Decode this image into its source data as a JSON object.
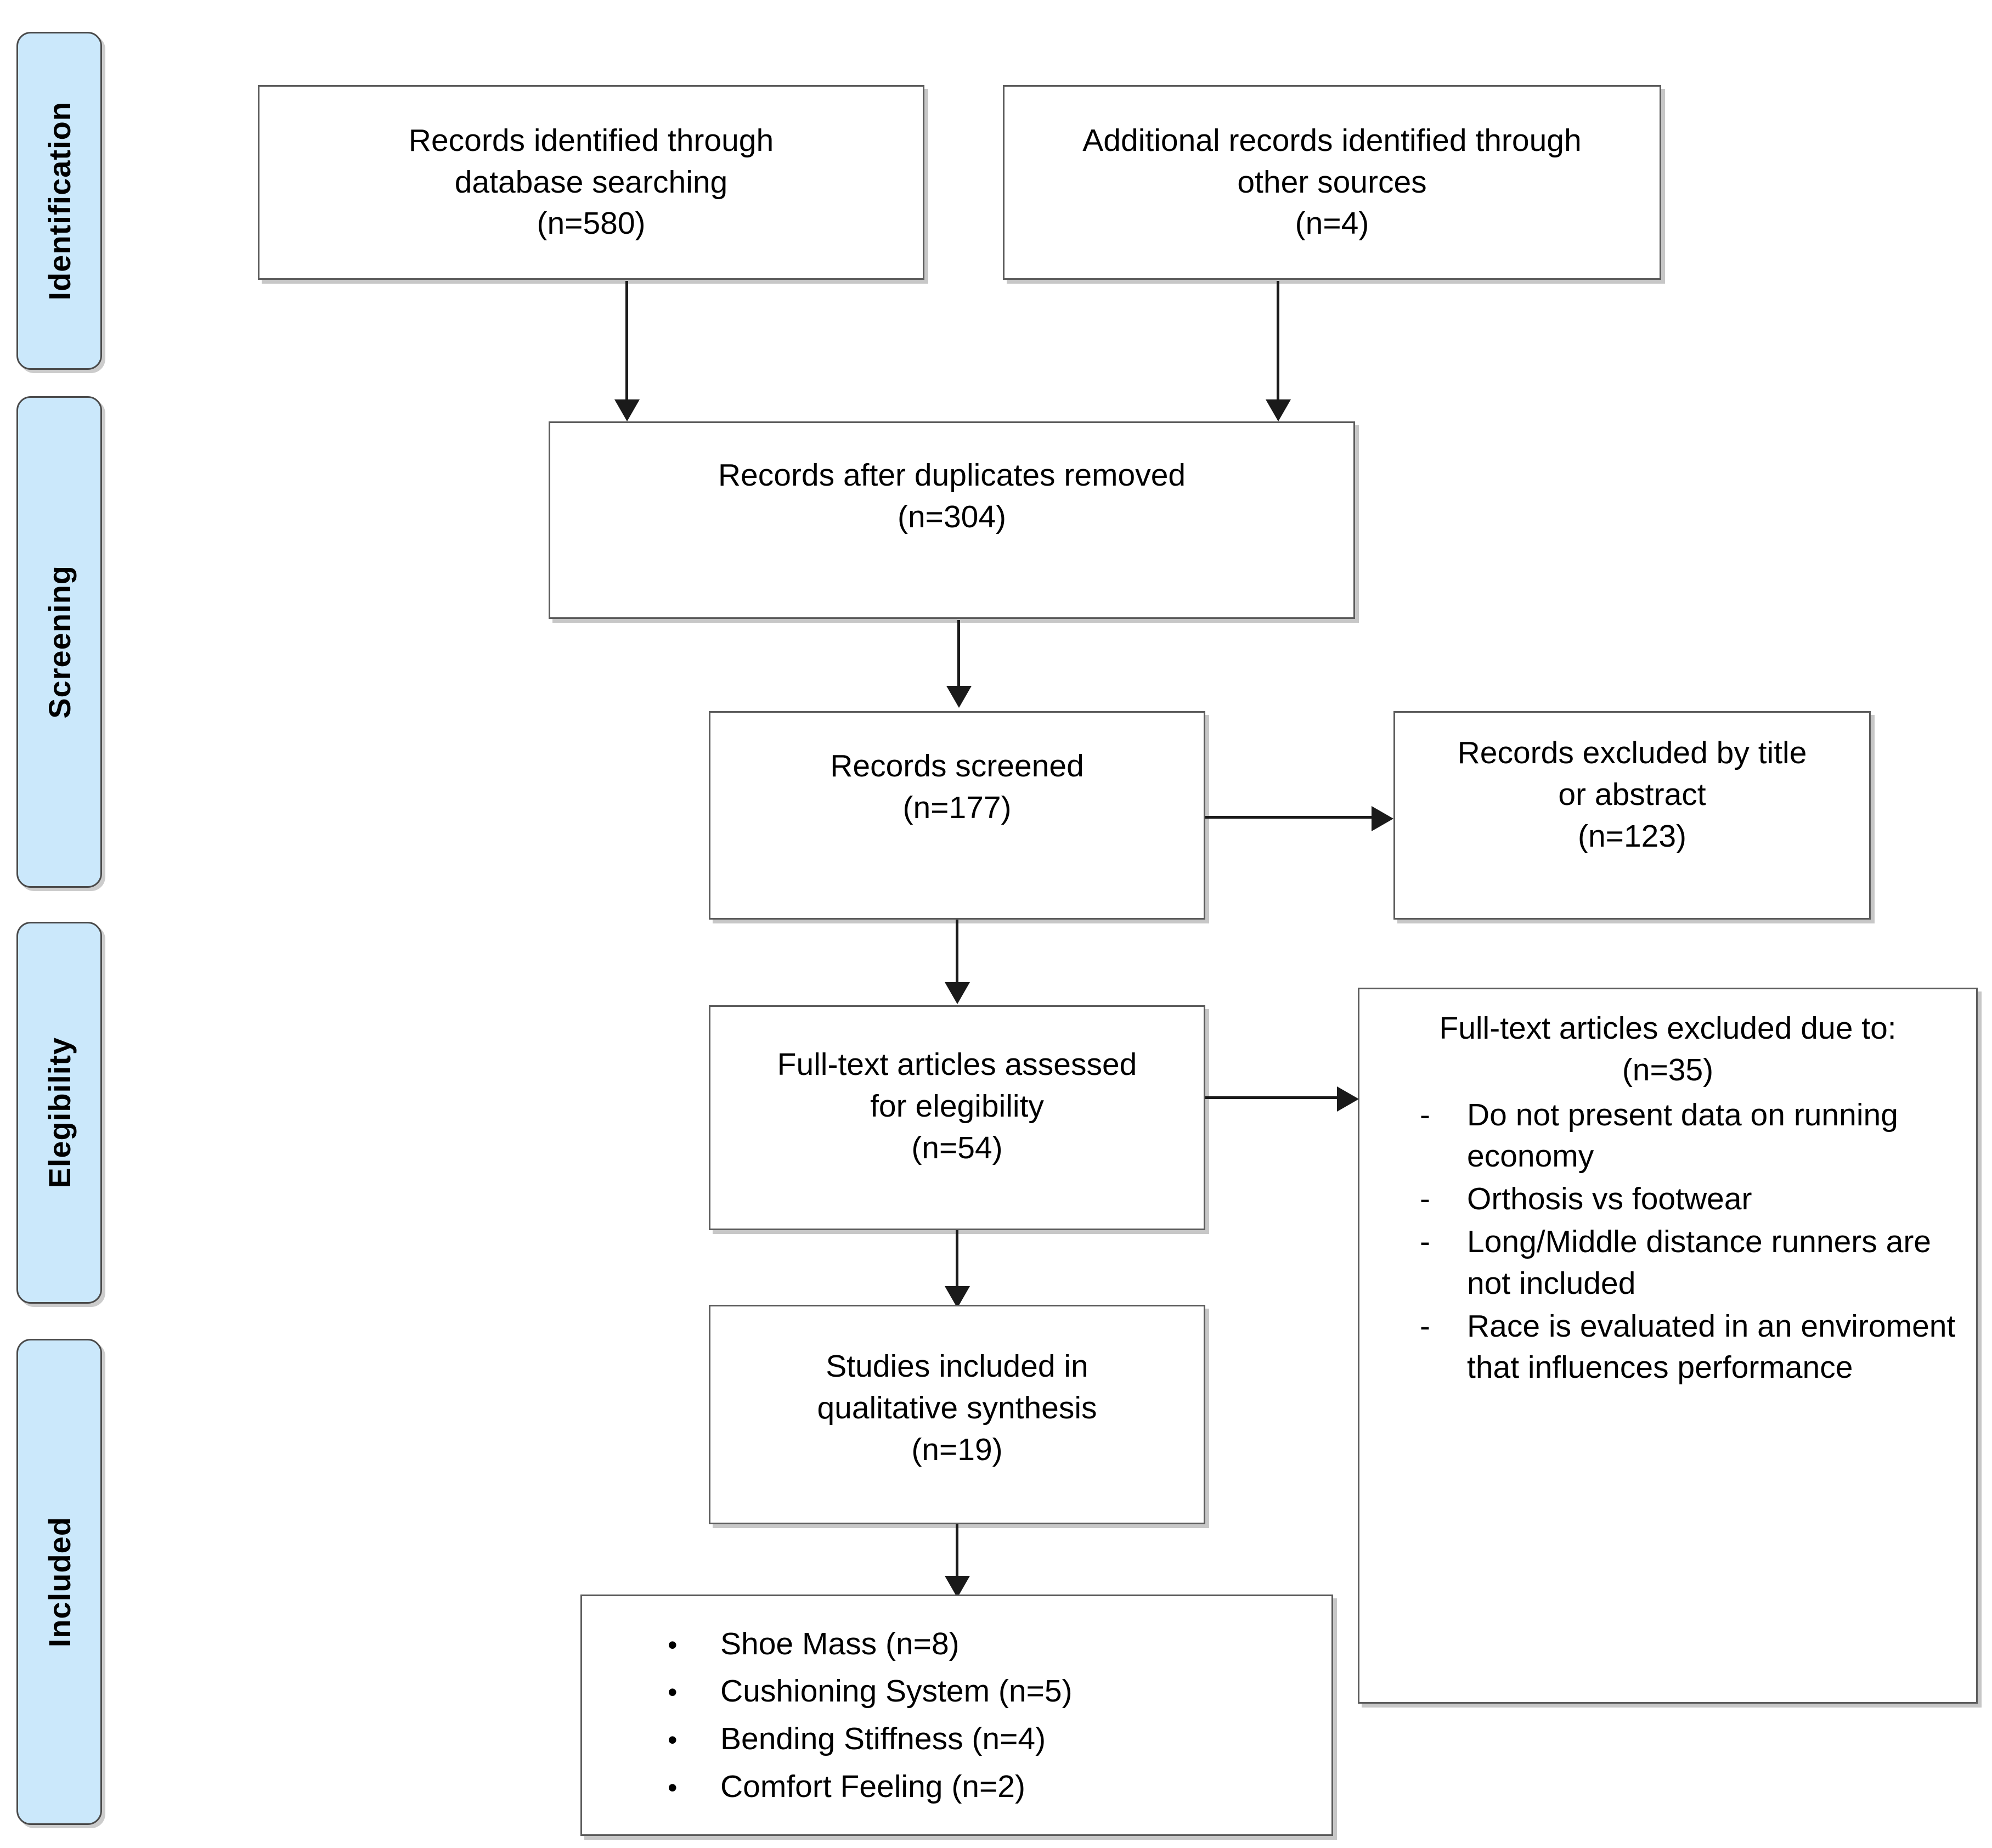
{
  "diagram": {
    "title": "PRISMA flow diagram",
    "accent_color": "#cbe8fb",
    "line_color": "#1a1a1a",
    "box_border_color": "#5c5c5c"
  },
  "stages": [
    {
      "label": "Identification"
    },
    {
      "label": "Screening"
    },
    {
      "label": "Elegibility"
    },
    {
      "label": "Included"
    }
  ],
  "boxes": {
    "db_search": {
      "line1": "Records identified through",
      "line2": "database searching",
      "line3": "(n=580)"
    },
    "other_sources": {
      "line1": "Additional records identified through",
      "line2": "other sources",
      "line3": "(n=4)"
    },
    "duplicates_removed": {
      "line1": "Records after duplicates removed",
      "line2": "(n=304)"
    },
    "records_screened": {
      "line1": "Records screened",
      "line2": "(n=177)"
    },
    "records_excluded": {
      "line1": "Records excluded by title",
      "line2": "or abstract",
      "line3": "(n=123)"
    },
    "fulltext_assessed": {
      "line1": "Full-text articles assessed",
      "line2": "for elegibility",
      "line3": "(n=54)"
    },
    "fulltext_excluded": {
      "line1": "Full-text articles excluded due to:",
      "line2": "(n=35)",
      "dash": "-",
      "reasons": [
        "Do not present data on running economy",
        "Orthosis vs footwear",
        "Long/Middle distance runners are not included",
        "Race is evaluated in an enviroment that influences performance"
      ]
    },
    "qualitative_synthesis": {
      "line1": "Studies included in",
      "line2": "qualitative synthesis",
      "line3": "(n=19)"
    },
    "included_topics": {
      "bullet": "•",
      "items": [
        "Shoe Mass (n=8)",
        "Cushioning System (n=5)",
        "Bending Stiffness (n=4)",
        "Comfort Feeling (n=2)"
      ]
    }
  }
}
